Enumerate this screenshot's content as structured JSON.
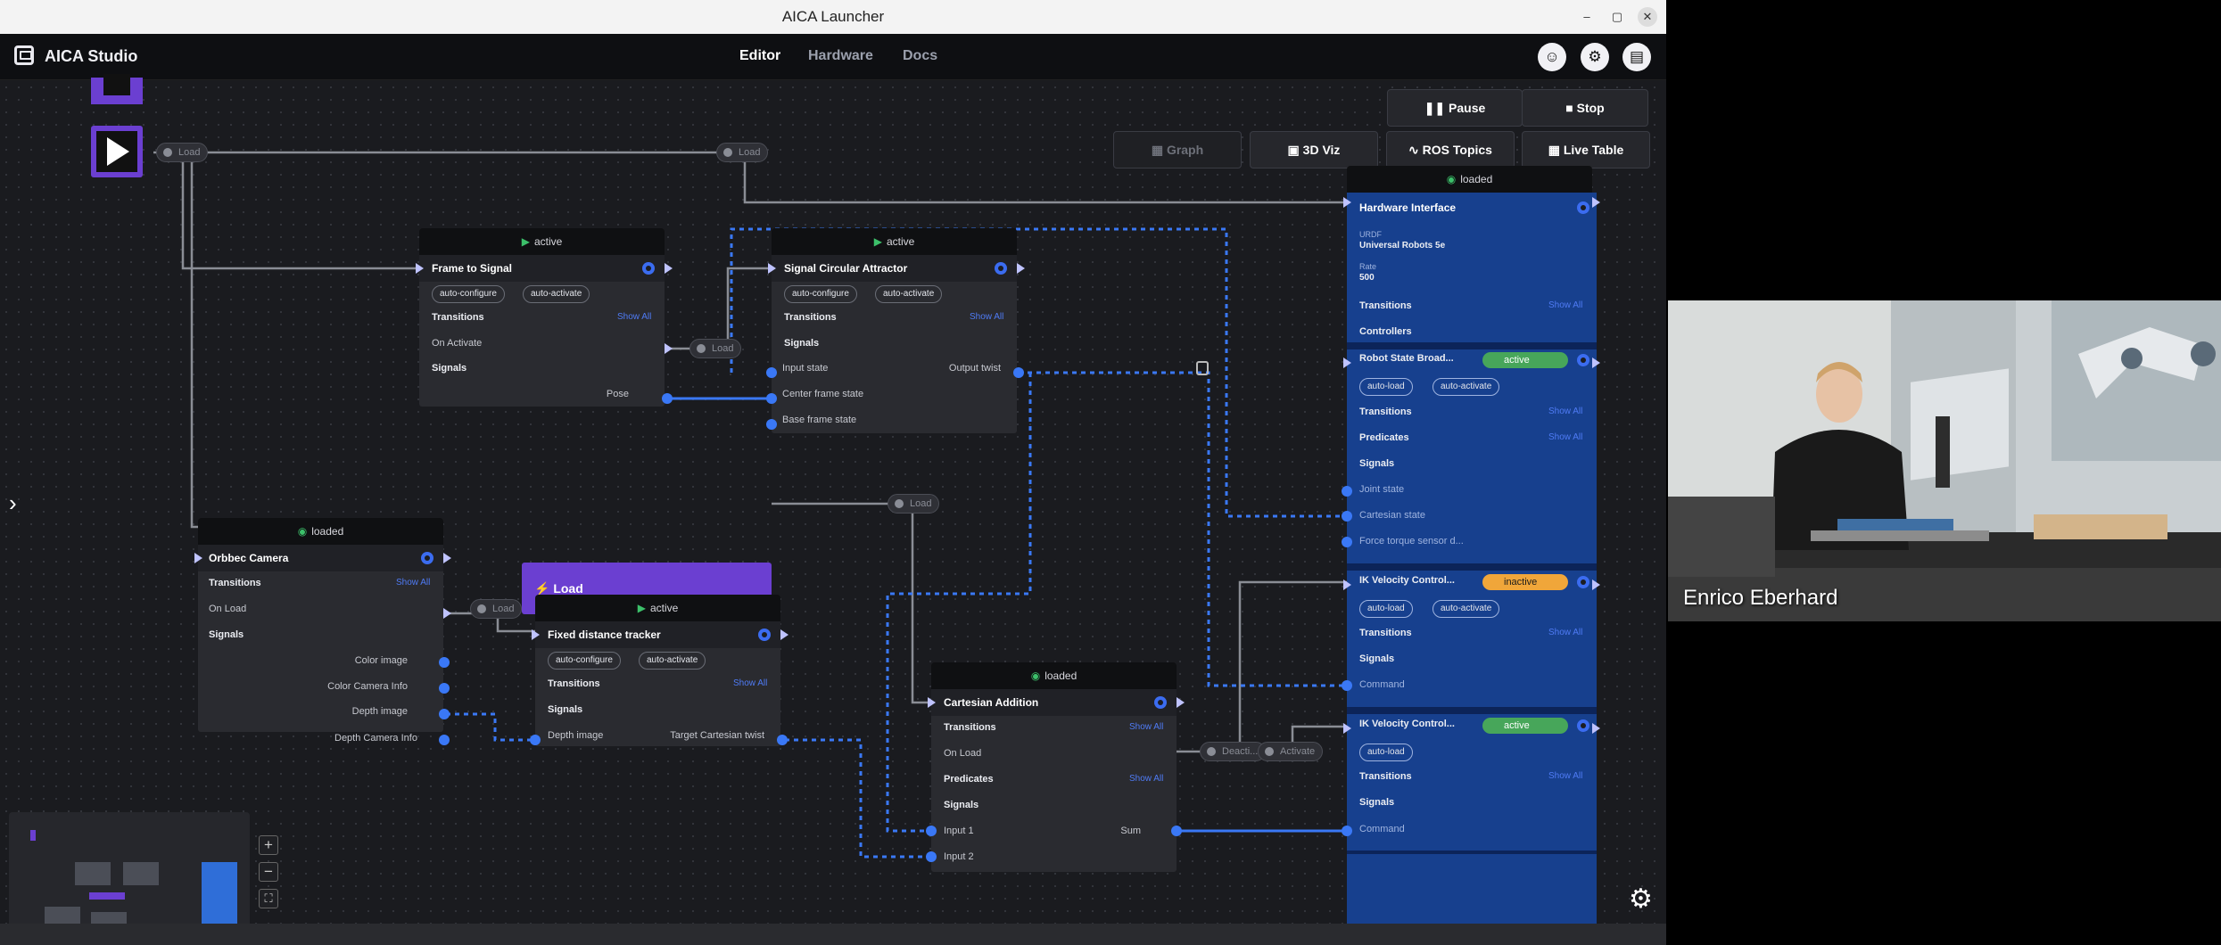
{
  "window": {
    "title": "AICA Launcher"
  },
  "navbar": {
    "brand": "AICA Studio",
    "links": [
      "Editor",
      "Hardware",
      "Docs"
    ],
    "active_link": "Editor",
    "icons": [
      "user-icon",
      "settings-icon",
      "document-icon"
    ]
  },
  "toolbar": {
    "pause": "Pause",
    "stop": "Stop",
    "graph": "Graph",
    "viz3d": "3D Viz",
    "ros_topics": "ROS Topics",
    "live_table": "Live Table"
  },
  "conditions": {
    "load": "Load",
    "deactivate": "Deacti...",
    "activate": "Activate"
  },
  "nodes": {
    "frame_to_signal": {
      "status": "active",
      "name": "Frame to Signal",
      "pills": [
        "auto-configure",
        "auto-activate"
      ],
      "transitions": "Transitions",
      "show_all": "Show All",
      "on_activate": "On Activate",
      "signals": "Signals",
      "outputs": [
        "Pose"
      ]
    },
    "signal_circular_attractor": {
      "status": "active",
      "name": "Signal Circular Attractor",
      "pills": [
        "auto-configure",
        "auto-activate"
      ],
      "transitions": "Transitions",
      "show_all": "Show All",
      "signals": "Signals",
      "inputs": [
        "Input state",
        "Center frame state",
        "Base frame state"
      ],
      "outputs": [
        "Output twist"
      ]
    },
    "load_block": {
      "label": "Load"
    },
    "orbbec_camera": {
      "status": "loaded",
      "name": "Orbbec Camera",
      "transitions": "Transitions",
      "show_all": "Show All",
      "on_load": "On Load",
      "signals": "Signals",
      "outputs": [
        "Color image",
        "Color Camera Info",
        "Depth image",
        "Depth Camera Info"
      ]
    },
    "fixed_distance_tracker": {
      "status": "active",
      "name": "Fixed distance tracker",
      "pills": [
        "auto-configure",
        "auto-activate"
      ],
      "transitions": "Transitions",
      "show_all": "Show All",
      "signals": "Signals",
      "inputs": [
        "Depth image"
      ],
      "outputs": [
        "Target Cartesian twist"
      ]
    },
    "cartesian_addition": {
      "status": "loaded",
      "name": "Cartesian Addition",
      "transitions": "Transitions",
      "show_all": "Show All",
      "on_load": "On Load",
      "predicates": "Predicates",
      "signals": "Signals",
      "inputs": [
        "Input 1",
        "Input 2"
      ],
      "outputs": [
        "Sum"
      ]
    },
    "hardware_interface": {
      "status": "loaded",
      "name": "Hardware Interface",
      "urdf_label": "URDF",
      "urdf_value": "Universal Robots 5e",
      "rate_label": "Rate",
      "rate_value": "500",
      "transitions": "Transitions",
      "show_all": "Show All",
      "controllers": "Controllers",
      "controllers_list": [
        {
          "name": "Robot State Broad...",
          "badge": "active",
          "pills": [
            "auto-load",
            "auto-activate"
          ],
          "transitions": "Transitions",
          "predicates": "Predicates",
          "signals": "Signals",
          "outputs": [
            "Joint state",
            "Cartesian state",
            "Force torque sensor d..."
          ]
        },
        {
          "name": "IK Velocity Control...",
          "badge": "inactive",
          "pills": [
            "auto-load",
            "auto-activate"
          ],
          "transitions": "Transitions",
          "signals": "Signals",
          "inputs": [
            "Command"
          ]
        },
        {
          "name": "IK Velocity Control...",
          "badge": "active",
          "pills": [
            "auto-load"
          ],
          "transitions": "Transitions",
          "signals": "Signals",
          "inputs": [
            "Command"
          ]
        }
      ]
    }
  },
  "video": {
    "caption": "Enrico Eberhard"
  },
  "colors": {
    "accent_blue": "#3a78f6",
    "hardware_blue": "#17408e",
    "load_purple": "#6b3fd1",
    "active_green": "#47a65a",
    "inactive_orange": "#f0a63a"
  }
}
